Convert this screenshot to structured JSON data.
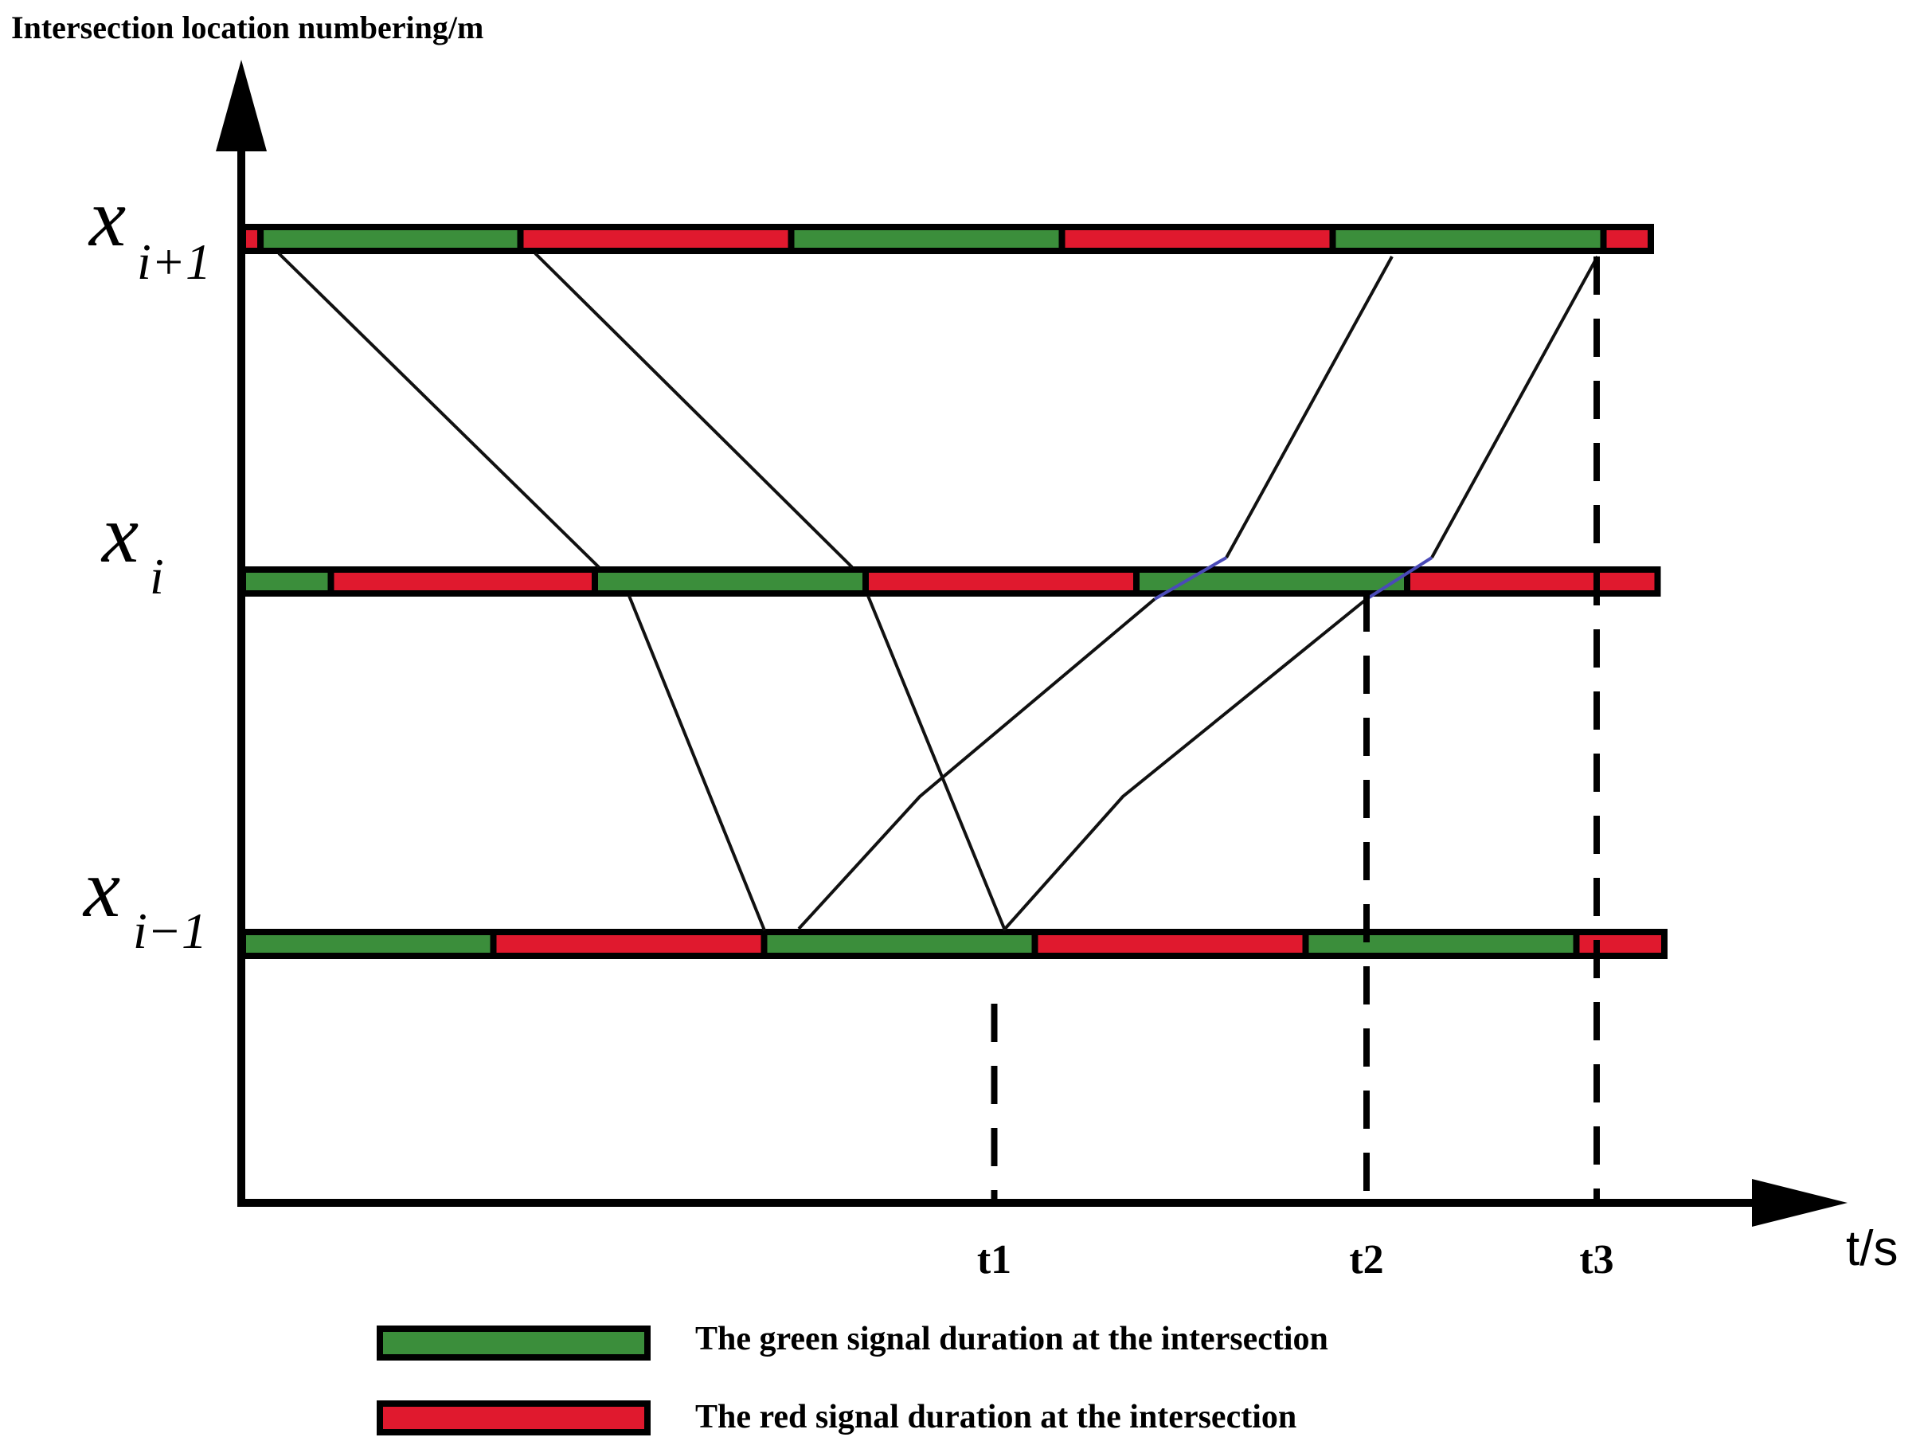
{
  "y_axis_title": "Intersection location numbering/m",
  "x_axis_title": "t/s",
  "rows": [
    {
      "label_main": "x",
      "label_sub": "i+1",
      "segments": [
        {
          "color": "red",
          "t0": 0,
          "t1": 0.13
        },
        {
          "color": "green",
          "t0": 0.13,
          "t1": 2.05
        },
        {
          "color": "red",
          "t0": 2.05,
          "t1": 4.05
        },
        {
          "color": "green",
          "t0": 4.05,
          "t1": 6.05
        },
        {
          "color": "red",
          "t0": 6.05,
          "t1": 8.05
        },
        {
          "color": "green",
          "t0": 8.05,
          "t1": 10.05
        },
        {
          "color": "red",
          "t0": 10.05,
          "t1": 10.4
        }
      ]
    },
    {
      "label_main": "x",
      "label_sub": "i",
      "segments": [
        {
          "color": "green",
          "t0": 0,
          "t1": 0.65
        },
        {
          "color": "red",
          "t0": 0.65,
          "t1": 2.6
        },
        {
          "color": "green",
          "t0": 2.6,
          "t1": 4.6
        },
        {
          "color": "red",
          "t0": 4.6,
          "t1": 6.6
        },
        {
          "color": "green",
          "t0": 6.6,
          "t1": 8.6
        },
        {
          "color": "red",
          "t0": 8.6,
          "t1": 10.45
        }
      ]
    },
    {
      "label_main": "x",
      "label_sub": "i−1",
      "segments": [
        {
          "color": "green",
          "t0": 0,
          "t1": 1.85
        },
        {
          "color": "red",
          "t0": 1.85,
          "t1": 3.85
        },
        {
          "color": "green",
          "t0": 3.85,
          "t1": 5.85
        },
        {
          "color": "red",
          "t0": 5.85,
          "t1": 7.85
        },
        {
          "color": "green",
          "t0": 7.85,
          "t1": 9.85
        },
        {
          "color": "red",
          "t0": 9.85,
          "t1": 10.5
        }
      ]
    }
  ],
  "time_marks": [
    {
      "label": "t1",
      "t": 5.55
    },
    {
      "label": "t2",
      "t": 8.3
    },
    {
      "label": "t3",
      "t": 10.0
    }
  ],
  "legend": [
    {
      "color": "green",
      "label": "The green signal duration at the intersection"
    },
    {
      "color": "red",
      "label": "The red signal duration at the intersection"
    }
  ],
  "colors": {
    "green": "#3b8e3b",
    "red": "#e0192e",
    "outline": "#000000",
    "trajectory": "#111111",
    "highlight": "#4a4ab8"
  }
}
